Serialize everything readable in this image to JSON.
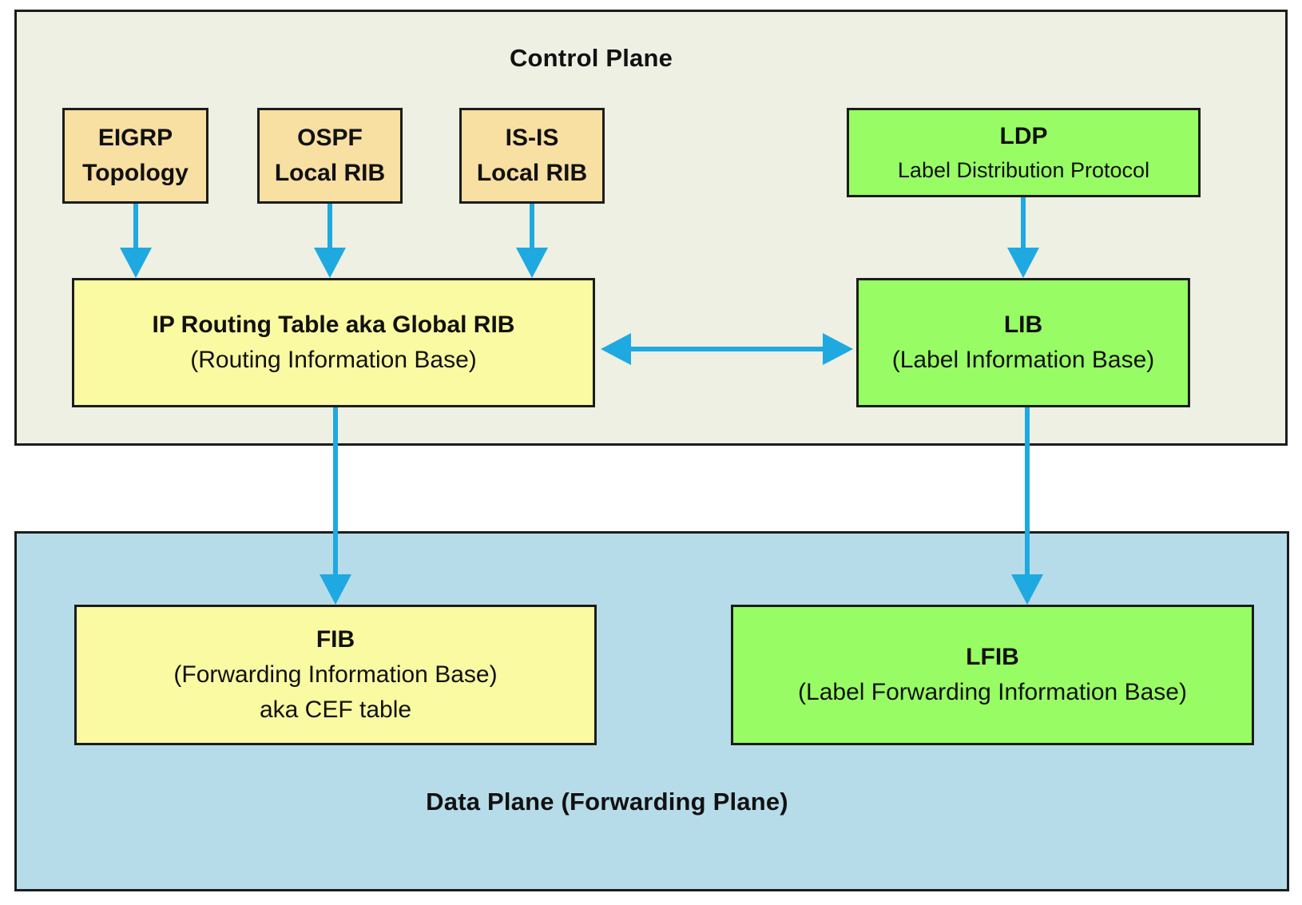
{
  "diagram": {
    "control_plane": {
      "title": "Control Plane",
      "eigrp": {
        "line1": "EIGRP",
        "line2": "Topology"
      },
      "ospf": {
        "line1": "OSPF",
        "line2": "Local RIB"
      },
      "isis": {
        "line1": "IS-IS",
        "line2": "Local RIB"
      },
      "ldp": {
        "title": "LDP",
        "subtitle": "Label Distribution Protocol"
      },
      "rib": {
        "title": "IP Routing Table aka Global RIB",
        "subtitle": "(Routing Information Base)"
      },
      "lib": {
        "title": "LIB",
        "subtitle": "(Label Information Base)"
      }
    },
    "data_plane": {
      "title": "Data Plane (Forwarding Plane)",
      "fib": {
        "title": "FIB",
        "subtitle": "(Forwarding Information Base)",
        "note": "aka CEF table"
      },
      "lfib": {
        "title": "LFIB",
        "subtitle": "(Label Forwarding Information Base)"
      }
    }
  },
  "colors": {
    "igp_box": "#F8DFA2",
    "rib_fib_box": "#FAFAA2",
    "label_box": "#98FD64",
    "control_plane_bg": "#EDF0E2",
    "data_plane_bg": "#B6DCE9",
    "arrow": "#1FA9E1",
    "border": "#1C1C1C"
  }
}
